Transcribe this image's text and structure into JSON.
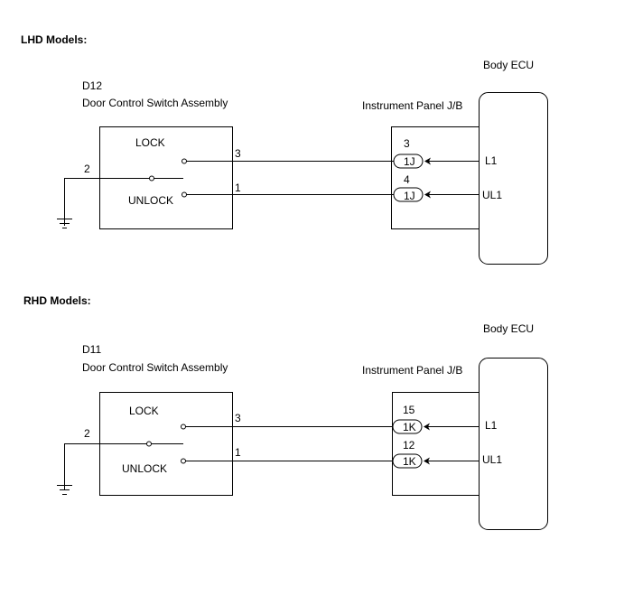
{
  "diagrams": [
    {
      "heading": "LHD Models:",
      "switch": {
        "code": "D12",
        "name": "Door Control Switch Assembly",
        "lock_label": "LOCK",
        "unlock_label": "UNLOCK",
        "pin_ground": "2",
        "pin_lock": "3",
        "pin_unlock": "1"
      },
      "junction_block": {
        "name": "Instrument Panel J/B",
        "lock_pin": "3",
        "unlock_pin": "4",
        "lock_connector": "1J",
        "unlock_connector": "1J"
      },
      "ecu": {
        "name": "Body ECU",
        "lock_terminal": "L1",
        "unlock_terminal": "UL1"
      }
    },
    {
      "heading": "RHD Models:",
      "switch": {
        "code": "D11",
        "name": "Door Control Switch Assembly",
        "lock_label": "LOCK",
        "unlock_label": "UNLOCK",
        "pin_ground": "2",
        "pin_lock": "3",
        "pin_unlock": "1"
      },
      "junction_block": {
        "name": "Instrument Panel J/B",
        "lock_pin": "15",
        "unlock_pin": "12",
        "lock_connector": "1K",
        "unlock_connector": "1K"
      },
      "ecu": {
        "name": "Body ECU",
        "lock_terminal": "L1",
        "unlock_terminal": "UL1"
      }
    }
  ]
}
